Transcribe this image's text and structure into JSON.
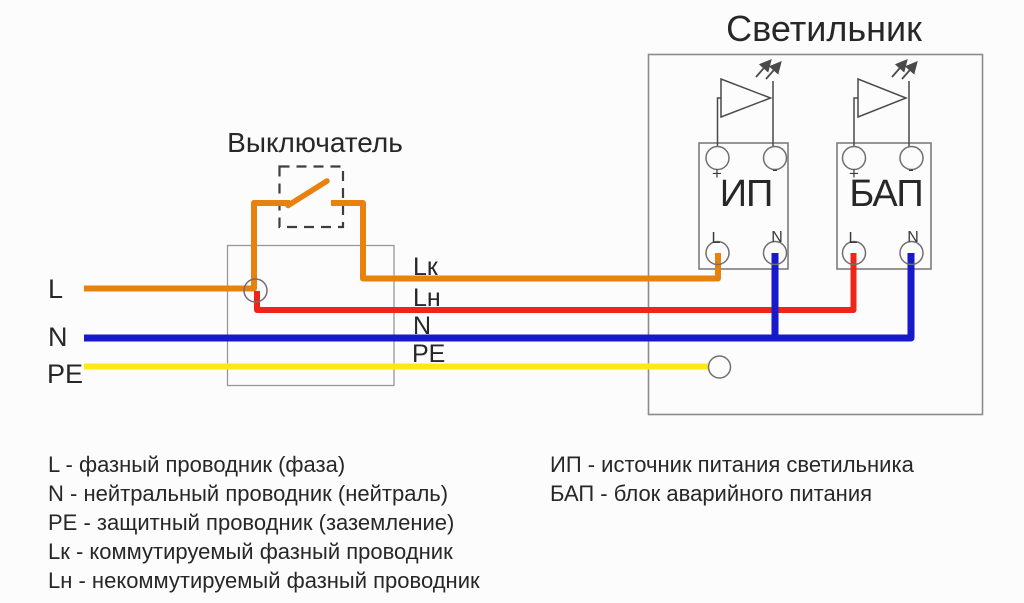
{
  "diagram": {
    "luminaire_title": "Светильник",
    "switch_title": "Выключатель",
    "modules": [
      {
        "name": "ИП",
        "plus": "+",
        "minus": "-",
        "l": "L",
        "n": "N"
      },
      {
        "name": "БАП",
        "plus": "+",
        "minus": "-",
        "l": "L",
        "n": "N"
      }
    ],
    "wire_labels_left": {
      "l": "L",
      "n": "N",
      "pe": "PE"
    },
    "wire_labels_mid": {
      "lk": "Lк",
      "ln": "Lн",
      "n": "N",
      "pe": "PE"
    }
  },
  "legend_left": {
    "items": [
      "L - фазный проводник (фаза)",
      "N - нейтральный проводник (нейтраль)",
      "PE - защитный проводник (заземление)",
      "Lк - коммутируемый фазный проводник",
      "Lн - некоммутируемый фазный проводник"
    ]
  },
  "legend_right": {
    "items": [
      "ИП - источник питания светильника",
      "БАП - блок аварийного питания"
    ]
  },
  "colors": {
    "phase_orange": "#E8820E",
    "switched_orange": "#E8820E",
    "phase_red": "#ED2617",
    "neutral_blue": "#1719CC",
    "pe_yellow": "#FFE815",
    "outline_gray": "#8C8C8C",
    "symbol_dark": "#3E3E3E",
    "text": "#272727"
  }
}
